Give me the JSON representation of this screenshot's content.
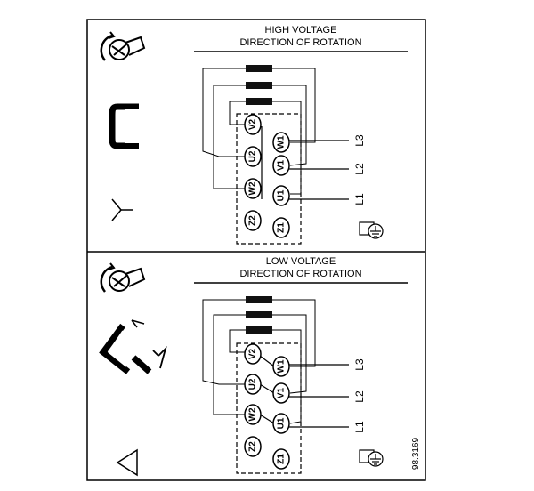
{
  "top": {
    "title_line1": "HIGH VOLTAGE",
    "title_line2": "DIRECTION OF ROTATION",
    "terminals": [
      "V2",
      "W1",
      "U2",
      "V1",
      "W2",
      "U1",
      "Z2",
      "Z1"
    ],
    "lines": [
      "L3",
      "L2",
      "L1"
    ],
    "connection_symbol": "star"
  },
  "bottom": {
    "title_line1": "LOW VOLTAGE",
    "title_line2": "DIRECTION OF ROTATION",
    "terminals": [
      "V2",
      "W1",
      "U2",
      "V1",
      "W2",
      "U1",
      "Z2",
      "Z1"
    ],
    "lines": [
      "L3",
      "L2",
      "L1"
    ],
    "connection_symbol": "delta"
  },
  "reference": "98.3169",
  "icons": [
    "motor-shaft-icon",
    "bridge-clip-icon",
    "star-symbol-icon",
    "ground-icon",
    "delta-bridge-icon",
    "delta-symbol-icon"
  ]
}
